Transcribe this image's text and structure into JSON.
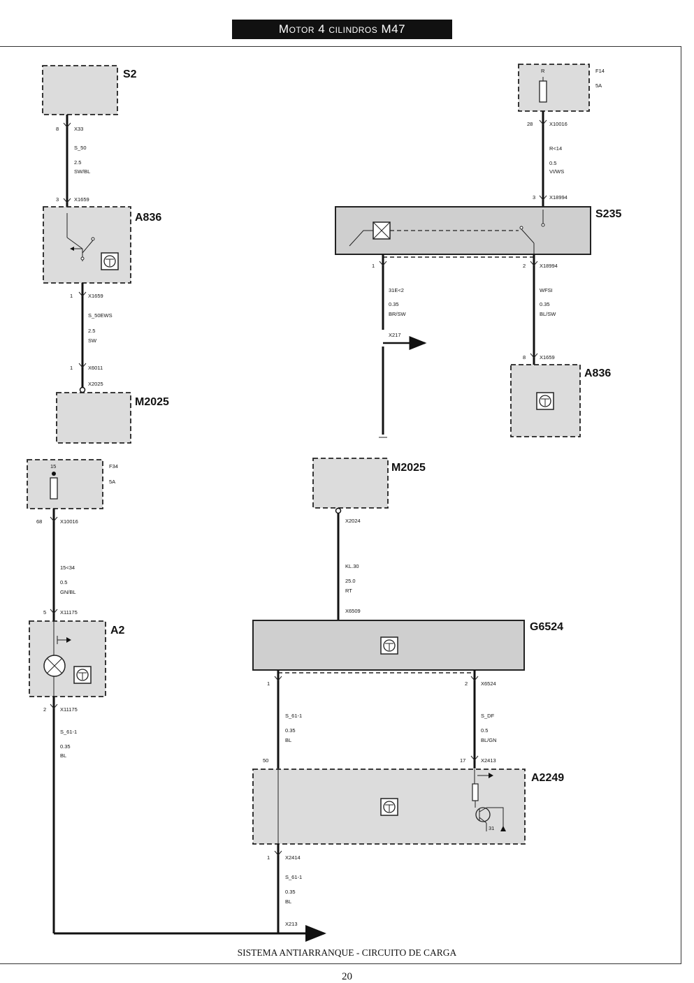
{
  "header": {
    "title": "Motor 4 cilindros M47"
  },
  "footer": {
    "caption": "SISTEMA ANTIARRANQUE - CIRCUITO DE CARGA",
    "page": "20"
  },
  "components": {
    "s2": "S2",
    "a836_top": "A836",
    "m2025_top": "M2025",
    "f14": "F14",
    "f14_rating": "5A",
    "f14_term": "R",
    "s235": "S235",
    "a836_right": "A836",
    "f34": "F34",
    "f34_rating": "5A",
    "f34_term": "15",
    "a2": "A2",
    "m2025_mid": "M2025",
    "g6524": "G6524",
    "a2249": "A2249",
    "a2249_ground": "31"
  },
  "wires": {
    "w1": {
      "pin_top": "8",
      "conn_top": "X33",
      "signal": "S_50",
      "gauge": "2.5",
      "color": "SW/BL",
      "pin_bot": "3",
      "conn_bot": "X1659"
    },
    "w2": {
      "pin_top": "1",
      "conn_top": "X1659",
      "signal": "S_50EWS",
      "gauge": "2.5",
      "color": "SW",
      "pin_bot": "1",
      "conn_bot": "X6011",
      "conn_bot2": "X2025"
    },
    "w3": {
      "pin_top": "28",
      "conn_top": "X10016",
      "signal": "R<14",
      "gauge": "0.5",
      "color": "VI/WS",
      "pin_bot": "3",
      "conn_bot": "X18994"
    },
    "w4": {
      "pin_top": "1",
      "signal": "31E<2",
      "gauge": "0.35",
      "color": "BR/SW",
      "conn_bot": "X217"
    },
    "w5": {
      "pin_top": "2",
      "conn_top": "X18994",
      "signal": "WFSI",
      "gauge": "0.35",
      "color": "BL/SW",
      "pin_bot": "8",
      "conn_bot": "X1659"
    },
    "w6": {
      "pin_top": "68",
      "conn_top": "X10016",
      "signal": "15<34",
      "gauge": "0.5",
      "color": "GN/BL",
      "pin_bot": "5",
      "conn_bot": "X11175"
    },
    "w7": {
      "conn_top": "X2024",
      "signal": "KL.30",
      "gauge": "25.0",
      "color": "RT",
      "conn_bot": "X6509"
    },
    "w8": {
      "pin_top": "2",
      "conn_top": "X11175",
      "signal": "S_61-1",
      "gauge": "0.35",
      "color": "BL"
    },
    "w9": {
      "pin_top": "1",
      "signal": "S_61-1",
      "gauge": "0.35",
      "color": "BL",
      "pin_bot": "50"
    },
    "w10": {
      "pin_top": "2",
      "conn_top": "X6524",
      "signal": "S_DF",
      "gauge": "0.5",
      "color": "BL/GN",
      "pin_bot": "17",
      "conn_bot": "X2413"
    },
    "w11": {
      "pin_top": "1",
      "conn_top": "X2414",
      "signal": "S_61-1",
      "gauge": "0.35",
      "color": "BL",
      "conn_bot": "X213"
    }
  }
}
